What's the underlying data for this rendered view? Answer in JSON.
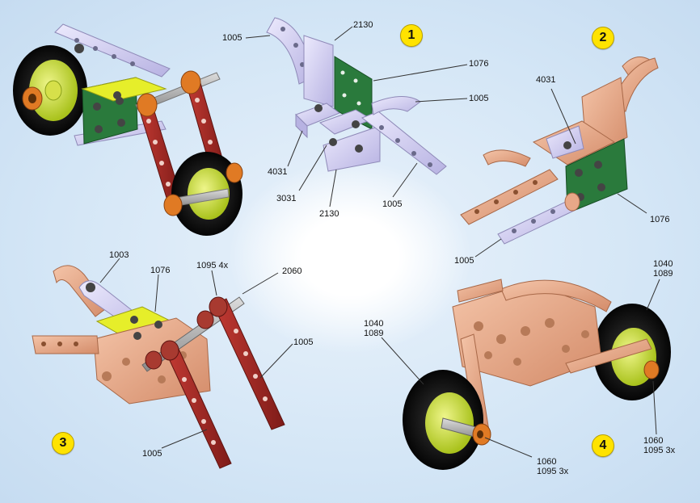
{
  "steps": [
    {
      "number": "1"
    },
    {
      "number": "2"
    },
    {
      "number": "3"
    },
    {
      "number": "4"
    }
  ],
  "step1": {
    "labels": [
      "1005",
      "2130",
      "1076",
      "1005",
      "4031",
      "3031",
      "2130",
      "1005"
    ]
  },
  "step2": {
    "labels": [
      "4031",
      "1076",
      "1005"
    ]
  },
  "step3": {
    "labels": [
      "1003",
      "1076",
      "1095 4x",
      "2060",
      "1005",
      "1005"
    ]
  },
  "step4": {
    "labels": [
      "1040",
      "1089",
      "1040",
      "1089",
      "1060",
      "1095 3x",
      "1060",
      "1095 3x"
    ]
  },
  "colors": {
    "badge": "#ffe300",
    "copper": "#e8a888",
    "lavender": "#d2cff2",
    "red_strip": "#a82a25",
    "green_plate": "#2a7a3c",
    "yellow_plate": "#e6ee2a",
    "tire": "#141414",
    "hub": "#c8dc28",
    "bolt": "#4a4a4a"
  }
}
